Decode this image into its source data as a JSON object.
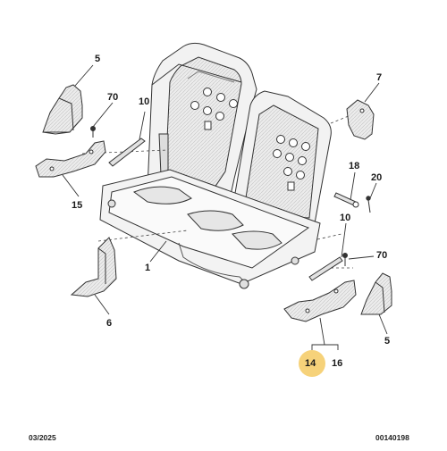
{
  "callouts": {
    "c5_top": "5",
    "c70_top": "70",
    "c10_top": "10",
    "c7": "7",
    "c18": "18",
    "c20": "20",
    "c10_right": "10",
    "c15": "15",
    "c1": "1",
    "c70_right": "70",
    "c6": "6",
    "c5_right": "5",
    "c14": "14",
    "c16": "16"
  },
  "footer": {
    "date": "03/2025",
    "ref": "00140198"
  },
  "colors": {
    "line": "#333333",
    "part_fill": "#e9e9e9",
    "part_shade": "#cfcfcf",
    "highlight": "#f6d27a"
  }
}
